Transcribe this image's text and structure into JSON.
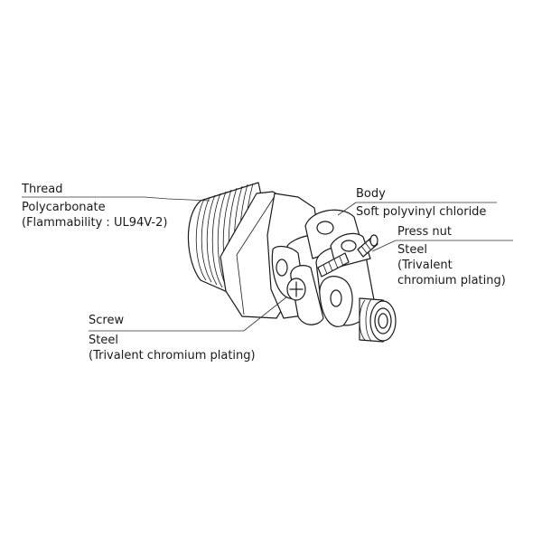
{
  "callouts": {
    "thread": {
      "name": "Thread",
      "material": "Polycarbonate",
      "note": "(Flammability : UL94V-2)"
    },
    "body": {
      "name": "Body",
      "material": "Soft polyvinyl chloride"
    },
    "press_nut": {
      "name": "Press nut",
      "material": "Steel",
      "note_line1": "(Trivalent",
      "note_line2": "chromium plating)"
    },
    "screw": {
      "name": "Screw",
      "material": "Steel",
      "note": "(Trivalent chromium plating)"
    }
  },
  "colors": {
    "ink": "#1a1a1a",
    "background": "#ffffff"
  }
}
